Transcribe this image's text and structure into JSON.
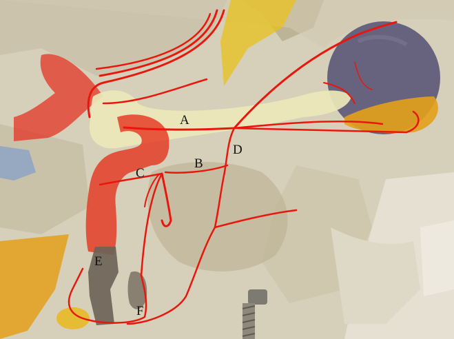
{
  "labels": {
    "a": "A",
    "b": "B",
    "c": "C",
    "d": "D",
    "e": "E",
    "f": "F"
  },
  "colors": {
    "bone": "#d9d2bd",
    "bone_shadow": "#b8ad91",
    "vessel": "#e8160c",
    "vessel_soft": "#e2331f",
    "nerve": "#ece8b8",
    "eye_globe": "#5d5a78",
    "gland": "#e3a01a",
    "yellow_tissue": "#e8c21c",
    "dark_canal": "#6b6257",
    "blue_tissue": "#8ea3c6"
  }
}
